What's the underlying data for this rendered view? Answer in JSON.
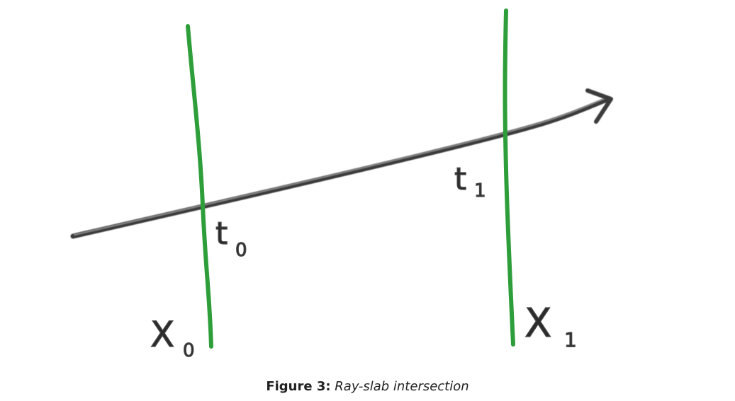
{
  "diagram": {
    "labels": {
      "t0": "t",
      "t0_sub": "0",
      "t1": "t",
      "t1_sub": "1",
      "x0": "X",
      "x0_sub": "0",
      "x1": "X",
      "x1_sub": "1"
    },
    "colors": {
      "slab": "#2e9e3a",
      "ray": "#3a3a3a",
      "ray_highlight": "#9a9a9a"
    }
  },
  "caption": {
    "label": "Figure 3:",
    "text": "Ray-slab intersection"
  }
}
